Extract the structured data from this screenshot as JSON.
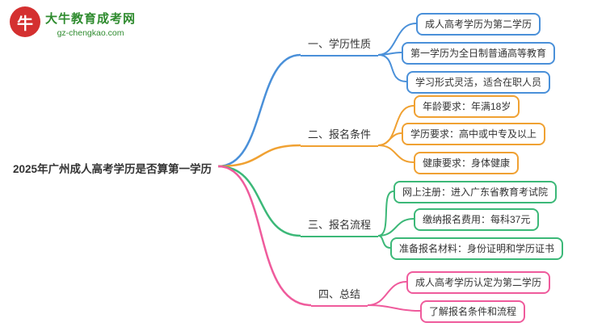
{
  "logo": {
    "icon_text": "牛",
    "title": "大牛教育成考网",
    "domain": "gz-chengkao.com"
  },
  "root": {
    "label": "2025年广州成人高考学历是否算第一学历"
  },
  "colors": {
    "branch1": "#4a90d9",
    "branch2": "#f0a132",
    "branch3": "#3cb878",
    "branch4": "#ef5b9c"
  },
  "branches": [
    {
      "label": "一、学历性质",
      "color": "#4a90d9",
      "children": [
        "成人高考学历为第二学历",
        "第一学历为全日制普通高等教育",
        "学习形式灵活，适合在职人员"
      ]
    },
    {
      "label": "二、报名条件",
      "color": "#f0a132",
      "children": [
        "年龄要求：年满18岁",
        "学历要求：高中或中专及以上",
        "健康要求：身体健康"
      ]
    },
    {
      "label": "三、报名流程",
      "color": "#3cb878",
      "children": [
        "网上注册：进入广东省教育考试院",
        "缴纳报名费用：每科37元",
        "准备报名材料：身份证明和学历证书"
      ]
    },
    {
      "label": "四、总结",
      "color": "#ef5b9c",
      "children": [
        "成人高考学历认定为第二学历",
        "了解报名条件和流程"
      ]
    }
  ]
}
